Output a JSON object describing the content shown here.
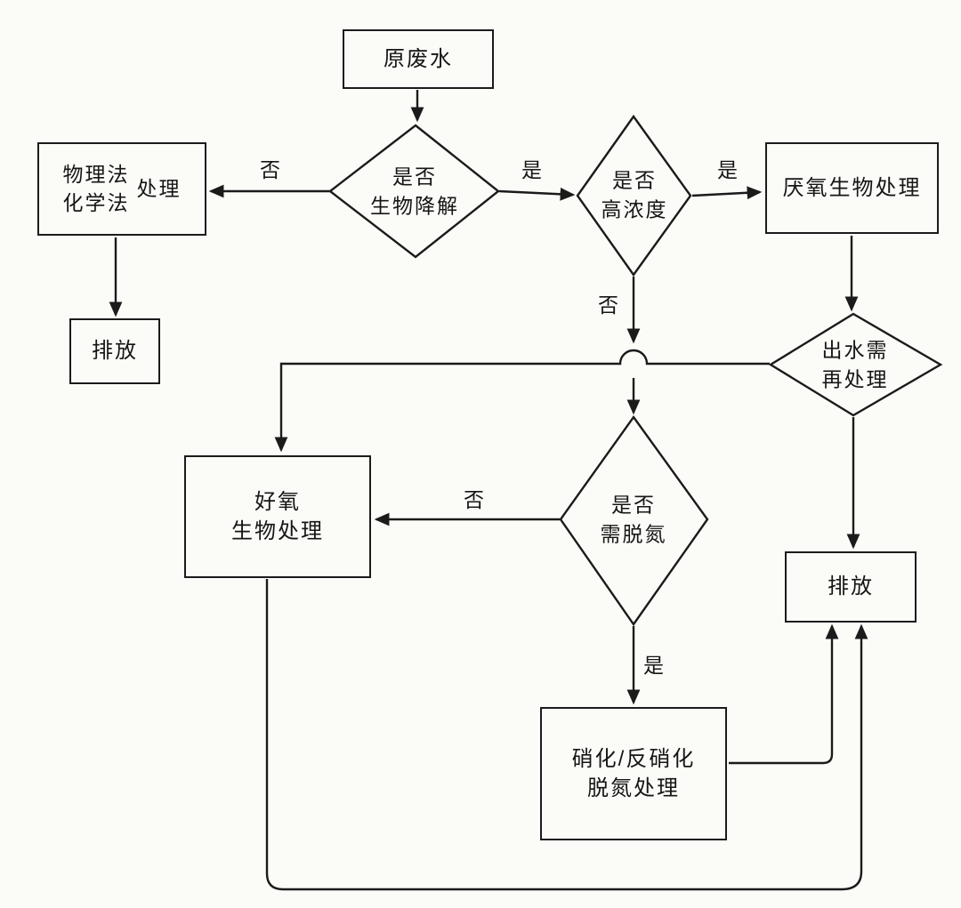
{
  "page": {
    "ink": "#1b1b1b",
    "paper": "#fbfbf8"
  },
  "nodes": {
    "raw": {
      "label": "原废水"
    },
    "biodegradable": {
      "label": "是否\n生物降解"
    },
    "physchem": {
      "lines": "物理法\n化学法",
      "suffix": "处理"
    },
    "discharge_left": {
      "label": "排放"
    },
    "high_conc": {
      "label": "是否\n高浓度"
    },
    "anaerobic": {
      "label": "厌氧生物处理"
    },
    "effluent": {
      "label": "出水需\n再处理"
    },
    "aerobic": {
      "label": "好氧\n生物处理"
    },
    "denitrify": {
      "label": "是否\n需脱氮"
    },
    "nitrification": {
      "label": "硝化/反硝化\n脱氮处理"
    },
    "discharge_right": {
      "label": "排放"
    }
  },
  "edge_labels": {
    "no_to_physchem": "否",
    "yes_to_highconc": "是",
    "yes_to_anaerobic": "是",
    "no_down_highconc": "否",
    "no_to_aerobic": "否",
    "yes_to_nitrification": "是"
  }
}
